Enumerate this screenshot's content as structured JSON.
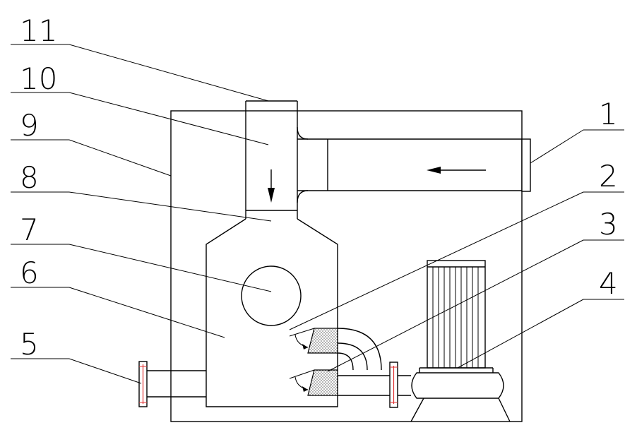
{
  "labels": {
    "l1": "1",
    "l2": "2",
    "l3": "3",
    "l4": "4",
    "l5": "5",
    "l6": "6",
    "l7": "7",
    "l8": "8",
    "l9": "9",
    "l10": "10",
    "l11": "11"
  },
  "colors": {
    "line": "#000000",
    "flange_bolt": "#e03030",
    "background": "#ffffff"
  }
}
